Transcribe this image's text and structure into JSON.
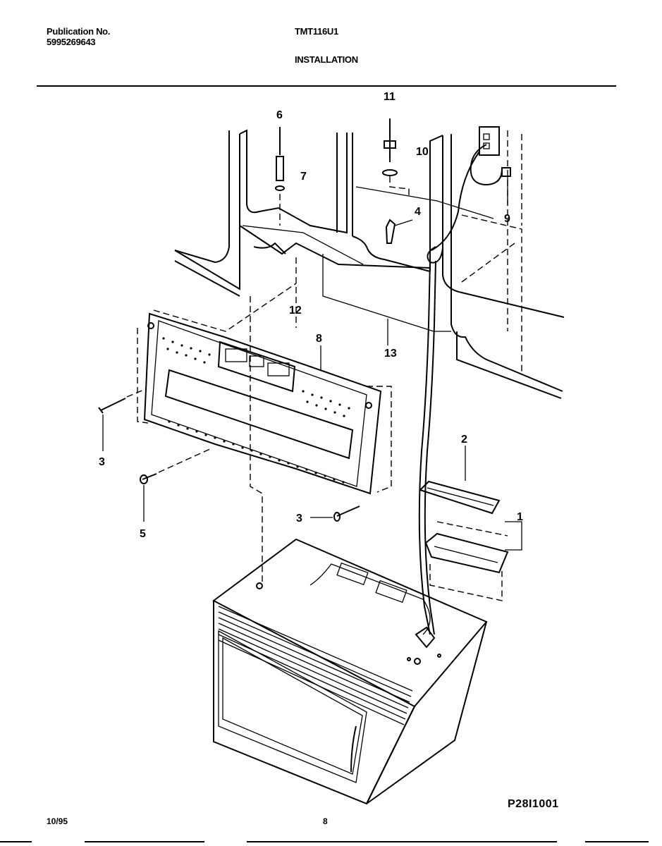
{
  "header": {
    "publication_label": "Publication No.",
    "publication_number": "5995269643",
    "model": "TMT116U1",
    "section": "INSTALLATION"
  },
  "footer": {
    "date": "10/95",
    "page": "8",
    "drawing_code": "P28I1001"
  },
  "callouts": [
    "1",
    "2",
    "3",
    "3",
    "4",
    "5",
    "6",
    "7",
    "8",
    "9",
    "10",
    "11",
    "12",
    "13"
  ]
}
